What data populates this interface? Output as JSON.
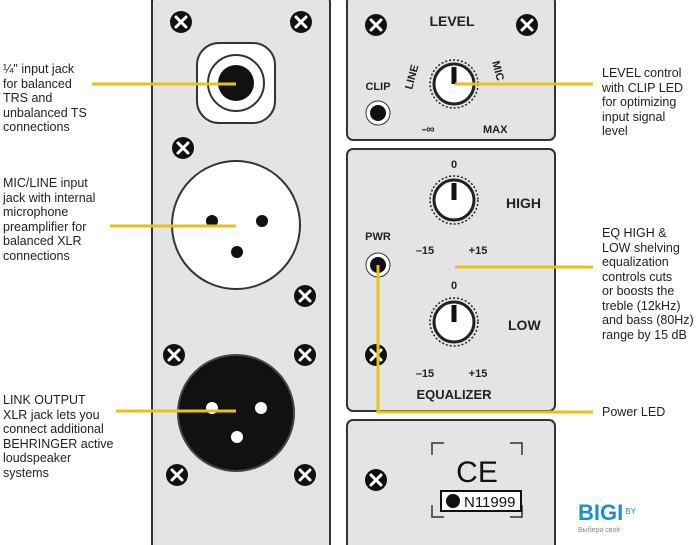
{
  "callouts_left": [
    {
      "lines": [
        "¼\" input jack",
        "for balanced",
        "TRS and",
        "unbalanced TS",
        "connections"
      ]
    },
    {
      "lines": [
        "MIC/LINE input",
        "jack with internal",
        "microphone",
        "preamplifier for",
        "balanced XLR",
        "connections"
      ]
    },
    {
      "lines": [
        "LINK OUTPUT",
        "XLR jack lets you",
        "connect additional",
        "BEHRINGER active",
        "loudspeaker",
        "systems"
      ]
    }
  ],
  "callouts_right": [
    {
      "lines": [
        "LEVEL control",
        "with CLIP LED",
        "for optimizing",
        "input signal",
        "level"
      ]
    },
    {
      "lines": [
        "EQ HIGH &",
        "LOW shelving",
        "equalization",
        "controls cuts",
        "or boosts the",
        "treble (12kHz)",
        "and bass (80Hz)",
        "range by 15 dB"
      ]
    },
    {
      "lines": [
        "Power LED"
      ]
    }
  ],
  "panel": {
    "level": "LEVEL",
    "line": "LINE",
    "mic": "MIC",
    "clip": "CLIP",
    "min": "-∞",
    "max": "MAX",
    "pwr": "PWR",
    "high": "HIGH",
    "low": "LOW",
    "zero": "0",
    "minus15": "–15",
    "plus15": "+15",
    "equalizer": "EQUALIZER",
    "ce": "CE",
    "cert": "N11999"
  },
  "watermark": {
    "brand": "BIGI",
    "suffix": "BY",
    "tagline": "Выбери своё"
  },
  "colors": {
    "leader": "#e8c21a",
    "panel": "#e4e4e4",
    "border": "#333333"
  }
}
